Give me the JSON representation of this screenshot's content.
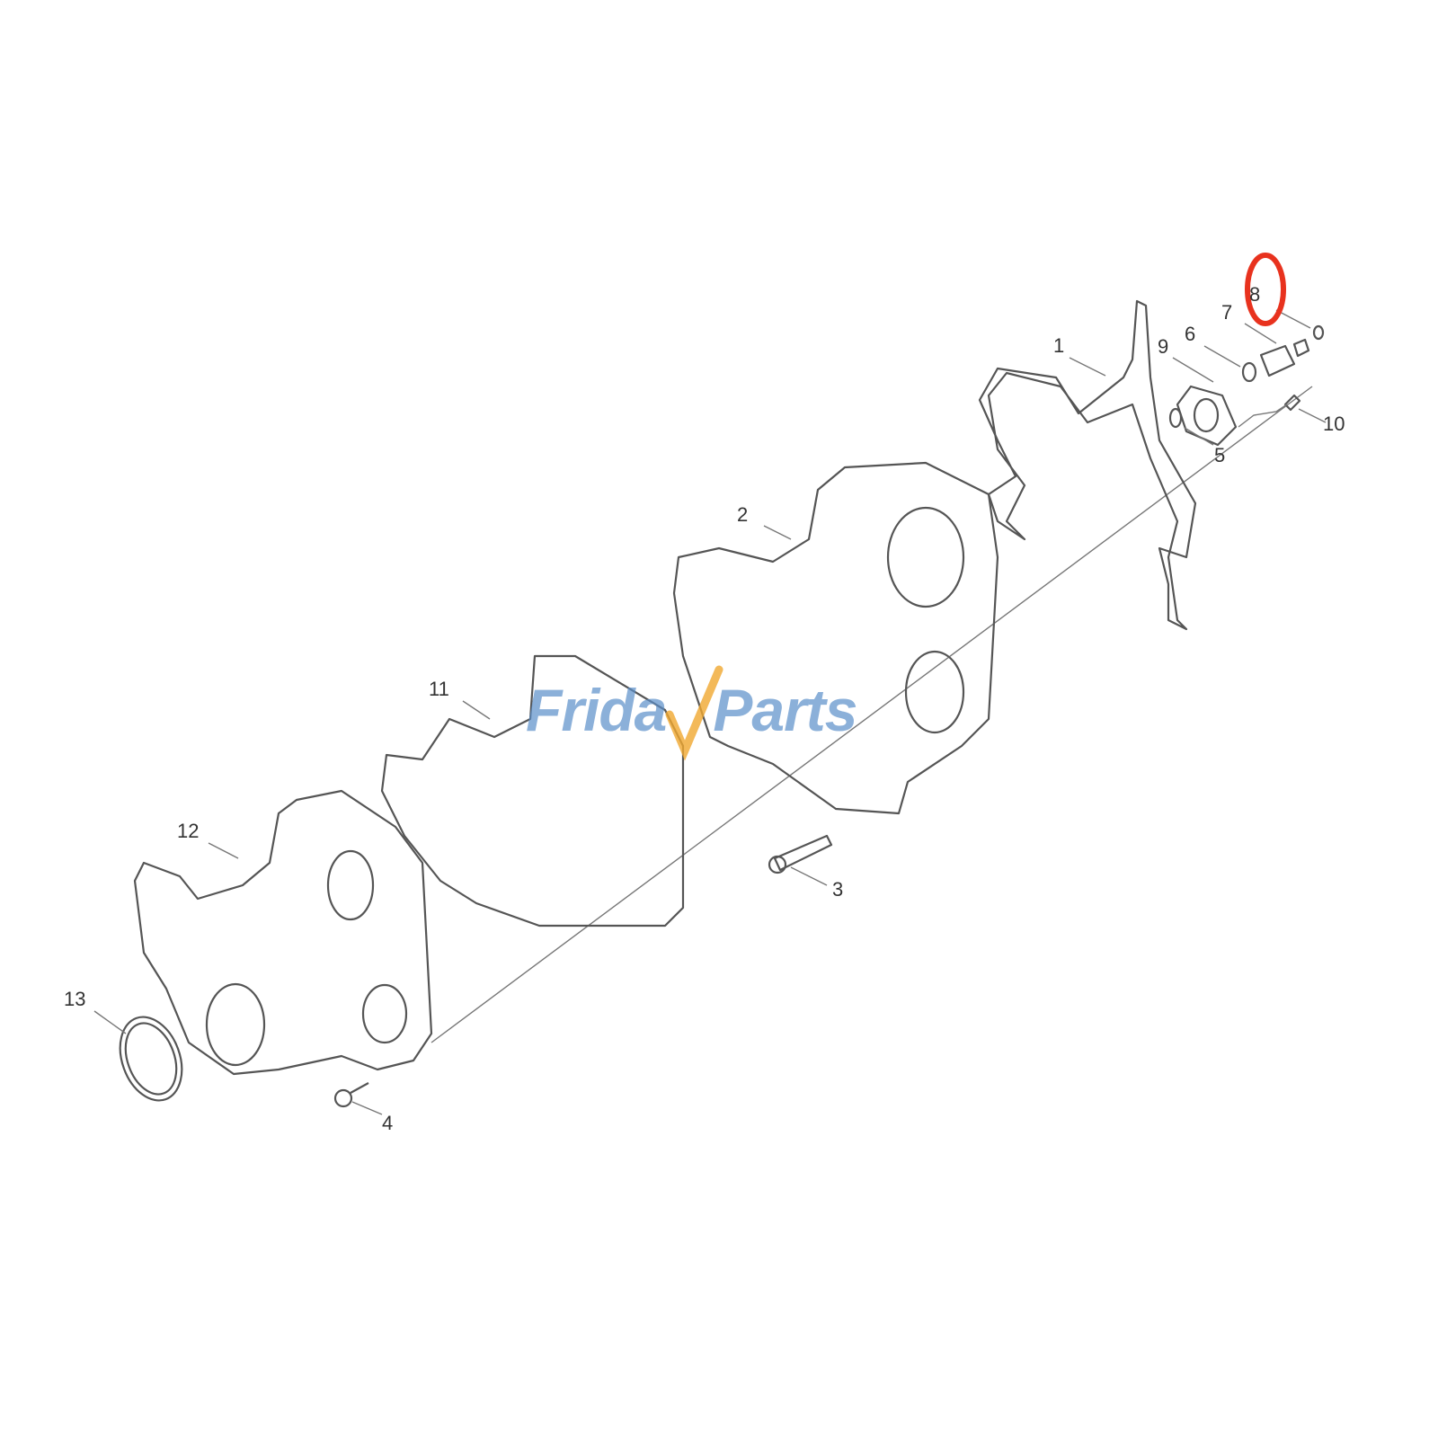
{
  "diagram": {
    "callouts": [
      "1",
      "2",
      "3",
      "4",
      "5",
      "6",
      "7",
      "8",
      "9",
      "10",
      "11",
      "12",
      "13"
    ],
    "highlighted_callout": "8",
    "highlight_color": "#e8321e",
    "line_color": "#555555"
  },
  "watermark": {
    "text_left": "Frida",
    "text_right": "Parts",
    "brand_blue": "#5b8fc9",
    "brand_orange": "#f0a830"
  }
}
